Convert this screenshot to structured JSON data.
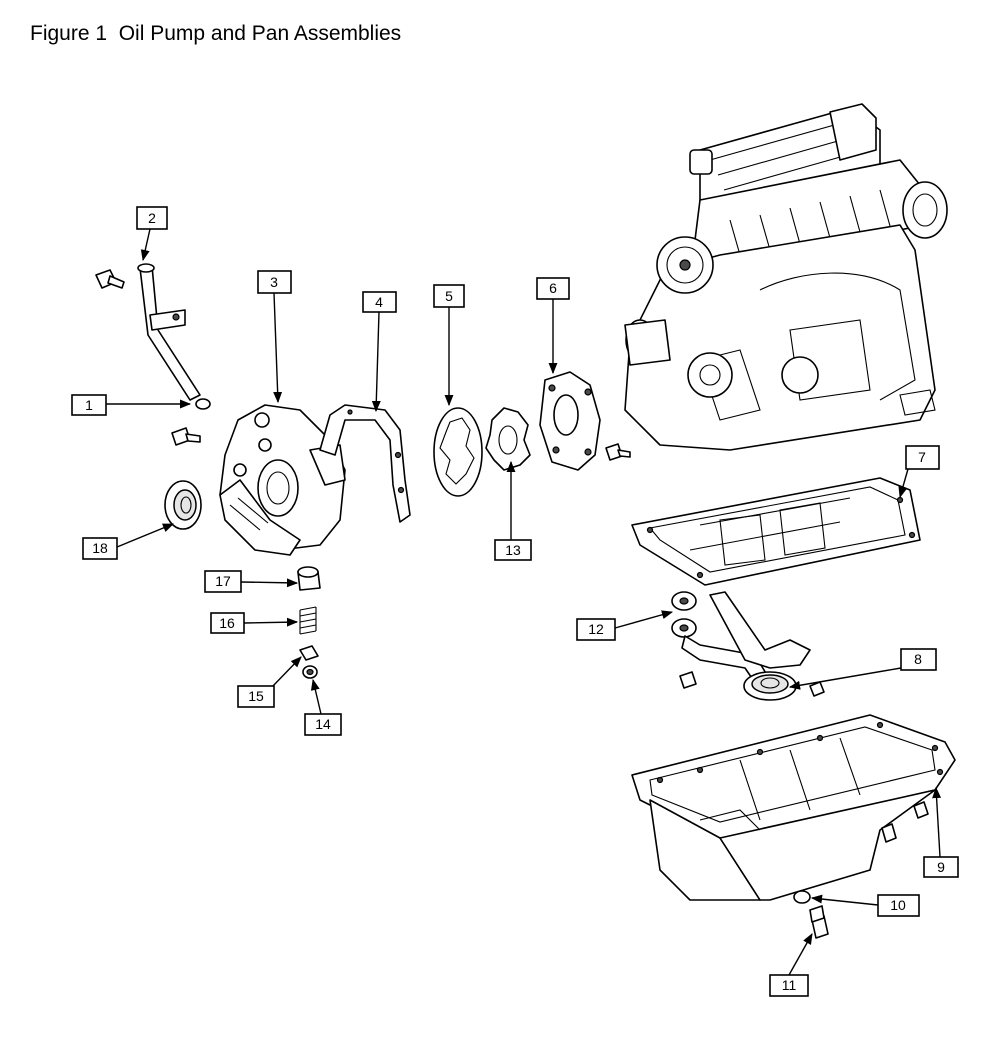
{
  "figure": {
    "title": "Figure 1  Oil Pump and Pan Assemblies"
  },
  "callouts": [
    {
      "id": "1",
      "label": "1"
    },
    {
      "id": "2",
      "label": "2"
    },
    {
      "id": "3",
      "label": "3"
    },
    {
      "id": "4",
      "label": "4"
    },
    {
      "id": "5",
      "label": "5"
    },
    {
      "id": "6",
      "label": "6"
    },
    {
      "id": "7",
      "label": "7"
    },
    {
      "id": "8",
      "label": "8"
    },
    {
      "id": "9",
      "label": "9"
    },
    {
      "id": "10",
      "label": "10"
    },
    {
      "id": "11",
      "label": "11"
    },
    {
      "id": "12",
      "label": "12"
    },
    {
      "id": "13",
      "label": "13"
    },
    {
      "id": "14",
      "label": "14"
    },
    {
      "id": "15",
      "label": "15"
    },
    {
      "id": "16",
      "label": "16"
    },
    {
      "id": "17",
      "label": "17"
    },
    {
      "id": "18",
      "label": "18"
    }
  ]
}
